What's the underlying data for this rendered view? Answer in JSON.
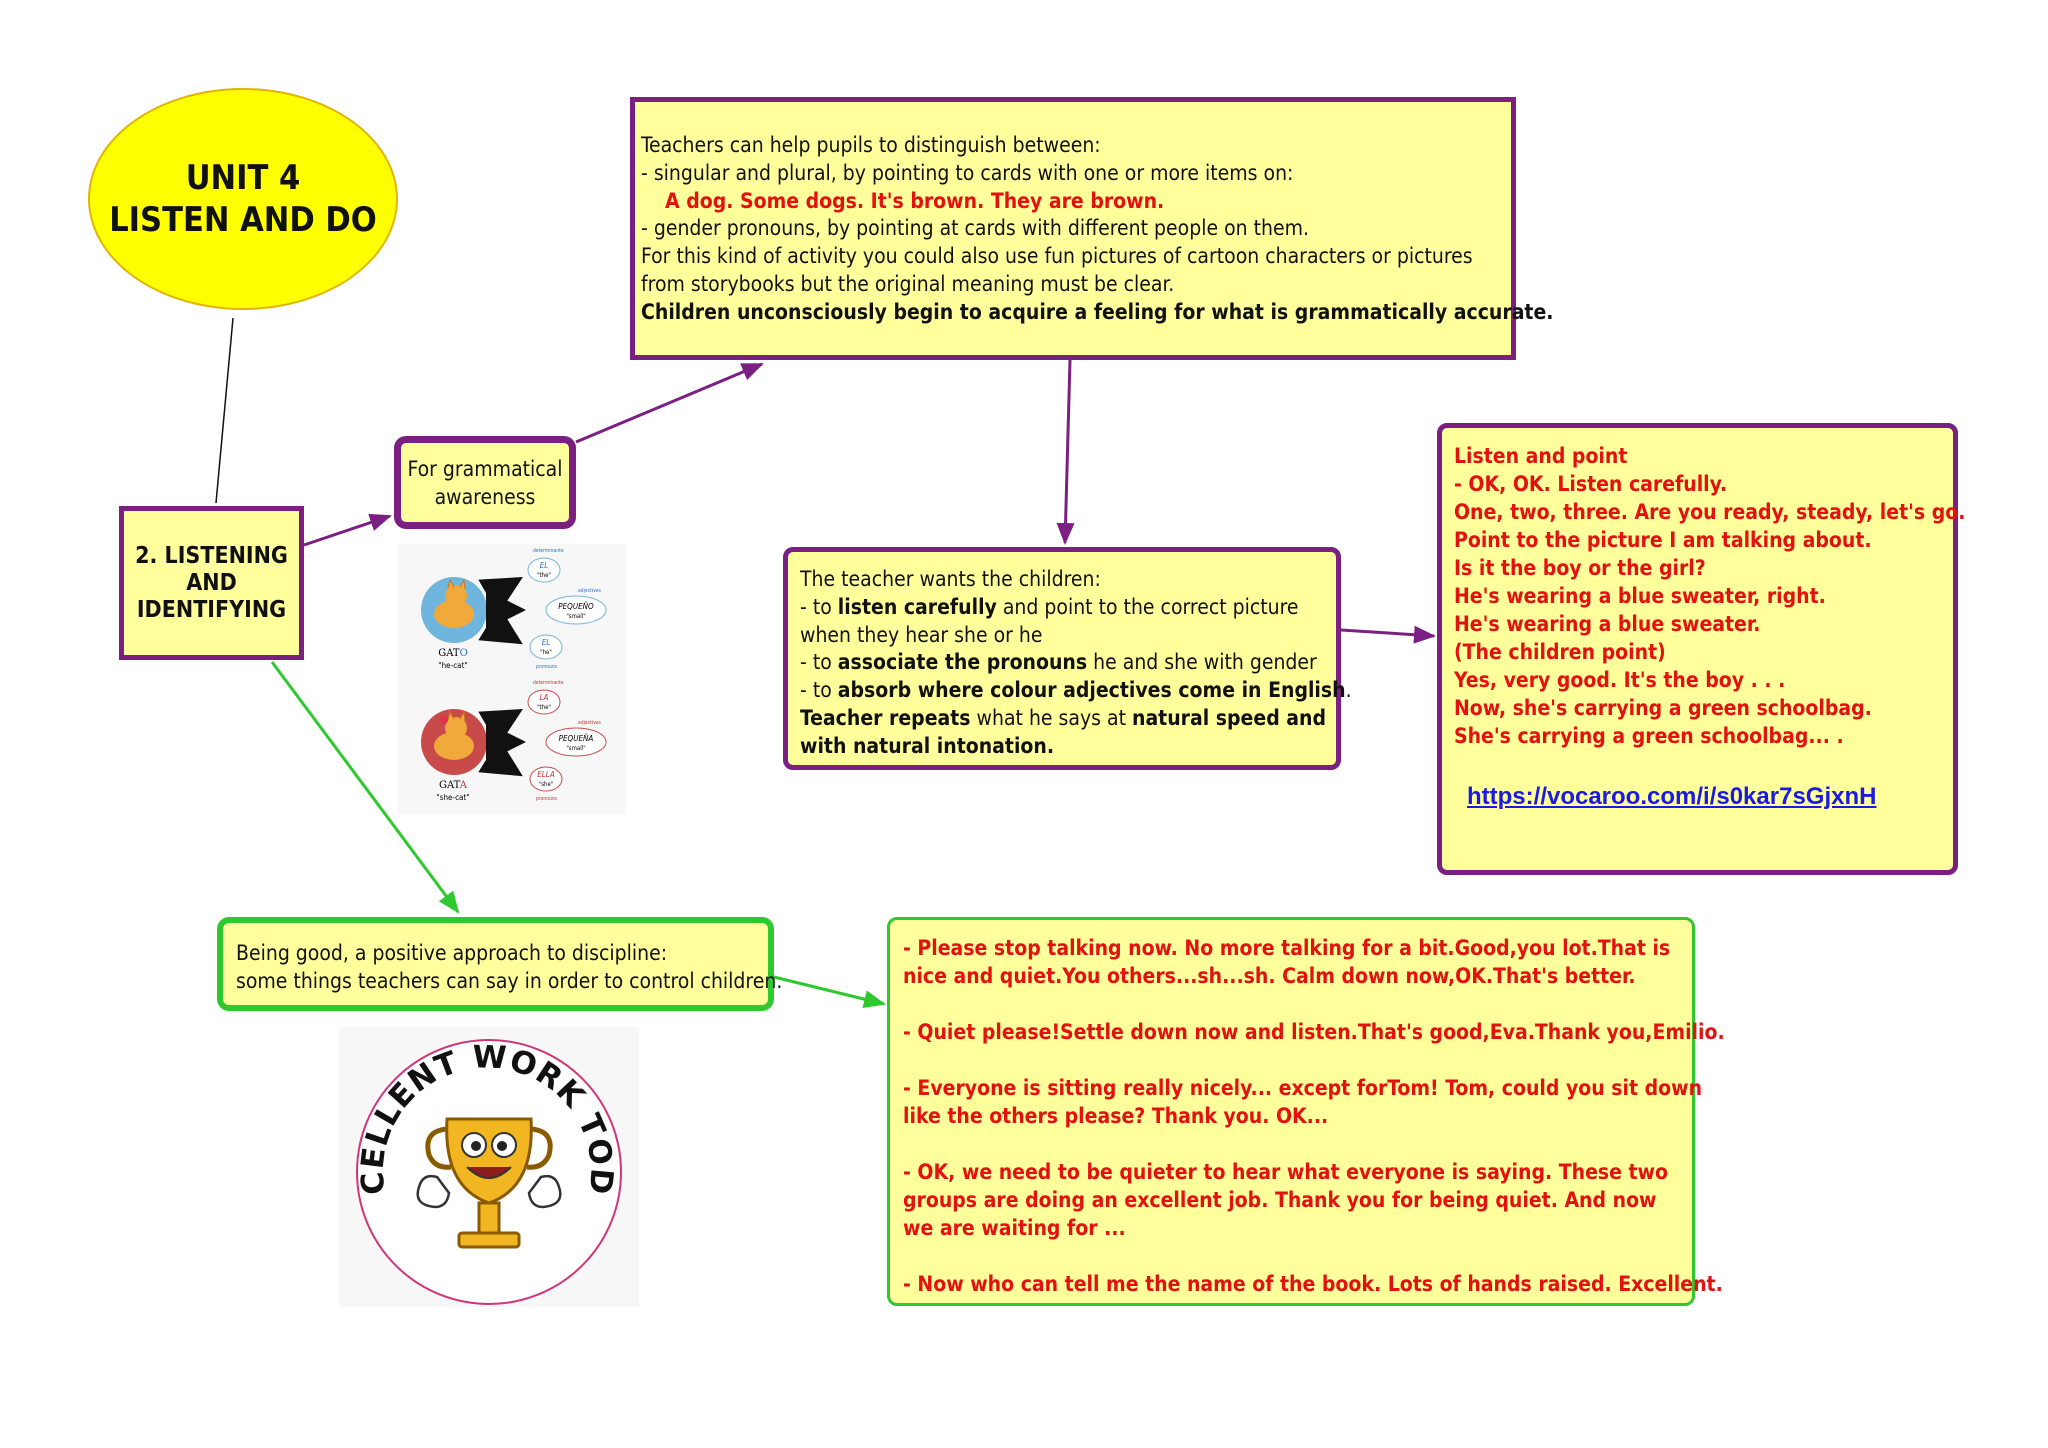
{
  "unit": {
    "line1": "UNIT 4",
    "line2": "LISTEN AND DO"
  },
  "listening": {
    "line1": "2. LISTENING",
    "line2": "AND",
    "line3": "IDENTIFYING"
  },
  "grammar": {
    "line1": "For grammatical",
    "line2": "awareness"
  },
  "teachers_box": {
    "l1": "Teachers can help pupils to distinguish between:",
    "l2": "- singular and plural, by pointing to cards with one or more items on:",
    "l3": "A dog. Some dogs. It's brown. They are brown.",
    "l4": "- gender pronouns, by pointing at cards with different people on them.",
    "l5": "For this kind of activity you could also use fun pictures of cartoon characters or pictures",
    "l6": "from storybooks but the original meaning must be clear.",
    "l7": "Children unconsciously begin to acquire a feeling for what is grammatically accurate."
  },
  "wants_box": {
    "l1": "The teacher wants the children:",
    "l2a": "- to ",
    "l2b": "listen carefully",
    "l2c": " and point to the correct picture",
    "l3": "when they hear she or he",
    "l4a": "- to ",
    "l4b": "associate the pronouns",
    "l4c": " he and she with gender",
    "l5a": "- to ",
    "l5b": "absorb where colour adjectives come in English",
    "l5c": ".",
    "l6a": "Teacher repeats",
    "l6b": " what he says at ",
    "l6c": "natural speed and",
    "l7": "with natural intonation."
  },
  "point_box": {
    "lines": [
      "Listen and point",
      "- OK, OK. Listen carefully.",
      "One, two, three. Are you ready, steady, let's go.",
      "Point to the picture I am talking about.",
      "Is it the boy or the girl?",
      "He's wearing a blue sweater, right.",
      "He's wearing a blue sweater.",
      "(The children point)",
      "Yes, very good. It's the boy . . .",
      "Now, she's carrying a green schoolbag.",
      "She's carrying a green schoolbag... ."
    ],
    "link": "https://vocaroo.com/i/s0kar7sGjxnH"
  },
  "discipline": {
    "l1": "Being good, a positive approach to discipline:",
    "l2": "some things teachers can say in order to control children."
  },
  "phrases": {
    "p1a": "- Please stop talking now. No more talking for a bit.Good,you lot.That is",
    "p1b": "nice and quiet.You others...sh...sh. Calm down now,OK.That's better.",
    "p2": "- Quiet please!Settle down now and listen.That's good,Eva.Thank you,Emilio.",
    "p3a": "- Everyone is sitting really nicely... except forTom! Tom, could you sit down",
    "p3b": "like the others please? Thank you. OK...",
    "p4a": "- OK, we need to be quieter to hear what everyone is saying. These two",
    "p4b": "groups are doing an excellent job. Thank you for being quiet. And now",
    "p4c": "we are waiting for ...",
    "p5": "- Now who can tell me the name of the book. Lots of hands raised. Excellent."
  },
  "cat_picture": {
    "top": {
      "det": "determinante",
      "art": "EL",
      "art_t": "\"the\"",
      "adj_lbl": "adjectives",
      "adj": "PEQUEÑO",
      "adj_t": "\"small\"",
      "pro": "EL",
      "pro_t": "\"he\"",
      "pro_lbl": "pronouns",
      "noun_a": "GAT",
      "noun_b": "O",
      "noun_t": "\"he-cat\""
    },
    "bottom": {
      "det": "determinante",
      "art": "LA",
      "art_t": "\"the\"",
      "adj_lbl": "adjectives",
      "adj": "PEQUEÑA",
      "adj_t": "\"small\"",
      "pro": "ELLA",
      "pro_t": "\"she\"",
      "pro_lbl": "pronouns",
      "noun_a": "GAT",
      "noun_b": "A",
      "noun_t": "\"she-cat\""
    }
  },
  "badge": {
    "text": "EXCELLENT WORK TODAY"
  },
  "colors": {
    "purple": "#7b1f82",
    "green": "#2ec92e",
    "box_fill": "#ffff9c",
    "title_fill": "#ffff00",
    "red_text": "#e3110f",
    "link": "#1a1ae6"
  }
}
